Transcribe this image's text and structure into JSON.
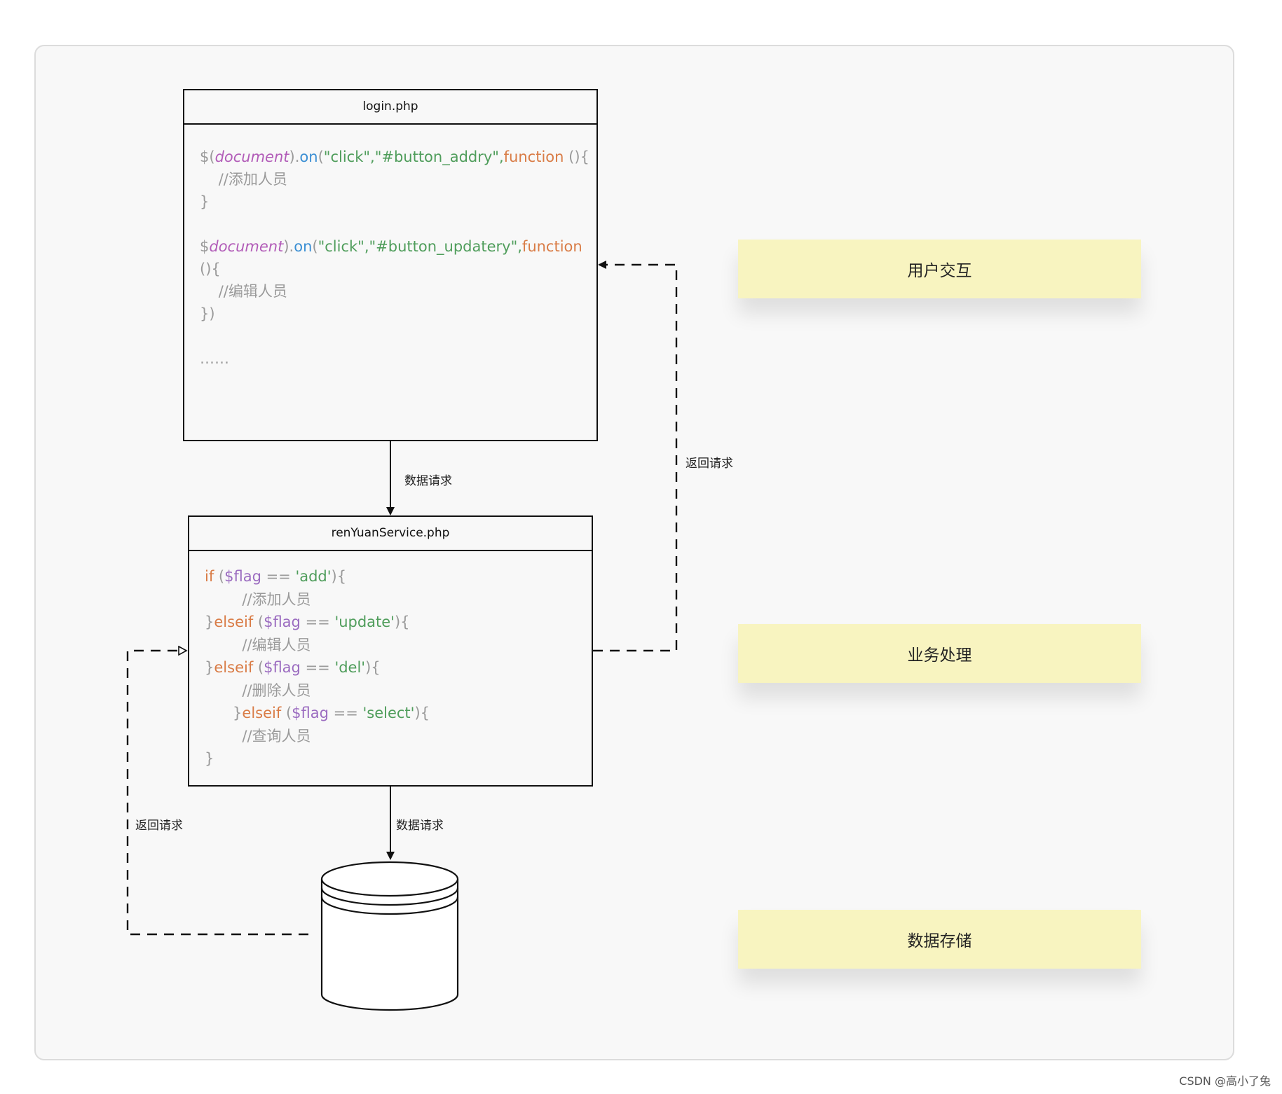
{
  "diagram": {
    "login_box": {
      "title": "login.php",
      "lines": [
        [
          [
            "$(",
            "gray"
          ],
          [
            "document",
            "purple"
          ],
          [
            ").",
            "gray"
          ],
          [
            "on",
            "blue"
          ],
          [
            "(",
            "gray"
          ],
          [
            "\"click\",\"#button_addry\",",
            "green"
          ],
          [
            "function",
            "orange"
          ],
          [
            " (){",
            "gray"
          ]
        ],
        [
          [
            "    //添加人员",
            "gray"
          ]
        ],
        [
          [
            "}",
            "gray"
          ]
        ],
        [
          [
            "",
            "gray"
          ]
        ],
        [
          [
            "$",
            "gray"
          ],
          [
            "document",
            "purple"
          ],
          [
            ").",
            "gray"
          ],
          [
            "on",
            "blue"
          ],
          [
            "(",
            "gray"
          ],
          [
            "\"click\",\"#button_updatery\",",
            "green"
          ],
          [
            "function",
            "orange"
          ]
        ],
        [
          [
            "(){",
            "gray"
          ]
        ],
        [
          [
            "    //编辑人员",
            "gray"
          ]
        ],
        [
          [
            "})",
            "gray"
          ]
        ],
        [
          [
            "",
            "gray"
          ]
        ],
        [
          [
            "……",
            "gray"
          ]
        ]
      ]
    },
    "service_box": {
      "title": "renYuanService.php",
      "lines": [
        [
          [
            "if",
            "orange"
          ],
          [
            " (",
            "gray"
          ],
          [
            "$flag",
            "var"
          ],
          [
            " == ",
            "gray"
          ],
          [
            "'add'",
            "green"
          ],
          [
            "){",
            "gray"
          ]
        ],
        [
          [
            "        //添加人员",
            "gray"
          ]
        ],
        [
          [
            "}",
            "gray"
          ],
          [
            "elseif",
            "orange"
          ],
          [
            " (",
            "gray"
          ],
          [
            "$flag",
            "var"
          ],
          [
            " == ",
            "gray"
          ],
          [
            "'update'",
            "green"
          ],
          [
            "){",
            "gray"
          ]
        ],
        [
          [
            "        //编辑人员",
            "gray"
          ]
        ],
        [
          [
            "}",
            "gray"
          ],
          [
            "elseif",
            "orange"
          ],
          [
            " (",
            "gray"
          ],
          [
            "$flag",
            "var"
          ],
          [
            " == ",
            "gray"
          ],
          [
            "'del'",
            "green"
          ],
          [
            "){",
            "gray"
          ]
        ],
        [
          [
            "        //删除人员",
            "gray"
          ]
        ],
        [
          [
            "      }",
            "gray"
          ],
          [
            "elseif",
            "orange"
          ],
          [
            " (",
            "gray"
          ],
          [
            "$flag",
            "var"
          ],
          [
            " == ",
            "gray"
          ],
          [
            "'select'",
            "green"
          ],
          [
            "){",
            "gray"
          ]
        ],
        [
          [
            "        //查询人员",
            "gray"
          ]
        ],
        [
          [
            "}",
            "gray"
          ]
        ]
      ]
    },
    "edges": {
      "login_to_service": "数据请求",
      "service_to_db": "数据请求",
      "service_to_login": "返回请求",
      "db_to_service": "返回请求"
    },
    "stickies": {
      "ui": "用户交互",
      "business": "业务处理",
      "storage": "数据存储"
    }
  },
  "colors": {
    "sticky": "#f8f4c0",
    "canvas": "#f8f8f8",
    "keyword": "#d97c46",
    "string": "#4f9d5b",
    "object": "#b25cb8",
    "method": "#3b8fd4",
    "comment": "#9a9a9a"
  },
  "footer": "CSDN @高小了兔"
}
